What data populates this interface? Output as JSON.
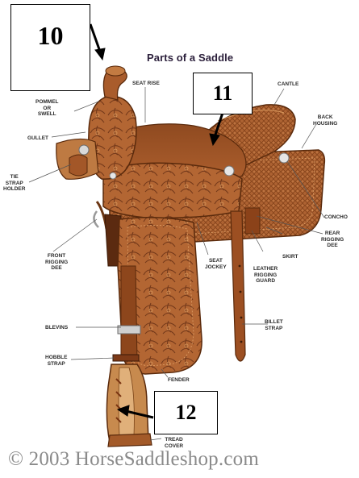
{
  "title": "Parts of a Saddle",
  "labels": {
    "pommel": [
      "POMMEL",
      "OR",
      "SWELL"
    ],
    "seat_rise": [
      "SEAT RISE"
    ],
    "cantle": [
      "CANTLE"
    ],
    "back_housing": [
      "BACK",
      "HOUSING"
    ],
    "gullet": [
      "GULLET"
    ],
    "tie_strap_holder": [
      "TIE",
      "STRAP",
      "HOLDER"
    ],
    "concho": [
      "CONCHO"
    ],
    "rear_rigging_dee": [
      "REAR",
      "RIGGING",
      "DEE"
    ],
    "front_rigging_dee": [
      "FRONT",
      "RIGGING",
      "DEE"
    ],
    "seat_jockey": [
      "SEAT",
      "JOCKEY"
    ],
    "skirt": [
      "SKIRT"
    ],
    "leather_rigging_guard": [
      "LEATHER",
      "RIGGING",
      "GUARD"
    ],
    "billet_strap": [
      "BILLET",
      "STRAP"
    ],
    "blevins": [
      "BLEVINS"
    ],
    "hobble_strap": [
      "HOBBLE",
      "STRAP"
    ],
    "fender": [
      "FENDER"
    ],
    "tread_cover": [
      "TREAD",
      "COVER"
    ]
  },
  "boxes": {
    "b10": "10",
    "b11": "11",
    "b12": "12"
  },
  "copyright": "© 2003 HorseSaddleshop.com",
  "colors": {
    "leather_dark": "#6e3612",
    "leather_mid": "#a2572a",
    "leather_light": "#c77e45",
    "leader_line": "#555555"
  }
}
